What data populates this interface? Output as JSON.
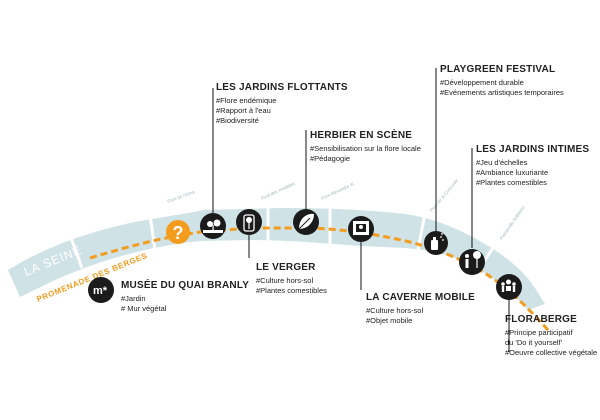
{
  "river_label": "LA SEINE",
  "promenade_label": "PROMENADE DES BERGES",
  "bridge_labels": [
    "Pont de l'Alma",
    "Pont des Invalides",
    "Pont Alexandre III",
    "Pont de la Concorde",
    "Passerelle Solférino"
  ],
  "colors": {
    "river": "#cfe2e6",
    "accent": "#f39c1e",
    "node": "#1b1b1b",
    "line": "#111111"
  },
  "stops": [
    {
      "id": "unknown",
      "icon": "question-mark-icon",
      "glyph": "?",
      "title": "",
      "tags": []
    },
    {
      "id": "musee",
      "icon": "m-star-logo-icon",
      "glyph": "m*",
      "title": "MUSÉE DU QUAI BRANLY",
      "tags": [
        "#Jardin",
        "# Mur végétal"
      ]
    },
    {
      "id": "flottants",
      "icon": "floating-garden-icon",
      "glyph": "",
      "title": "LES JARDINS FLOTTANTS",
      "tags": [
        "#Flore endémique",
        "#Rapport à l'eau",
        "#Biodiversité"
      ]
    },
    {
      "id": "verger",
      "icon": "fruit-tree-icon",
      "glyph": "",
      "title": "LE VERGER",
      "tags": [
        "#Culture hors-sol",
        "#Plantes comestibles"
      ]
    },
    {
      "id": "herbier",
      "icon": "leaf-icon",
      "glyph": "",
      "title": "HERBIER EN SCÈNE",
      "tags": [
        "#Sensibilisation sur la flore locale",
        "#Pédagogie"
      ]
    },
    {
      "id": "caverne",
      "icon": "mobile-cabin-icon",
      "glyph": "",
      "title": "LA CAVERNE MOBILE",
      "tags": [
        "#Culture hors-sol",
        "#Objet mobile"
      ]
    },
    {
      "id": "playgreen",
      "icon": "spray-can-icon",
      "glyph": "",
      "title": "PLAYGREEN FESTIVAL",
      "tags": [
        "#Développement durable",
        "#Evénements artistiques temporaires"
      ]
    },
    {
      "id": "intimes",
      "icon": "person-in-garden-icon",
      "glyph": "",
      "title": "LES JARDINS INTIMES",
      "tags": [
        "#Jeu d'échelles",
        "#Ambiance luxuriante",
        "#Plantes comestibles"
      ]
    },
    {
      "id": "floraberge",
      "icon": "community-garden-icon",
      "glyph": "",
      "title": "FLORABERGE",
      "tags": [
        "#Principe participatif",
        "du 'Do it yourself'",
        "#Oeuvre collective végétale"
      ]
    }
  ]
}
